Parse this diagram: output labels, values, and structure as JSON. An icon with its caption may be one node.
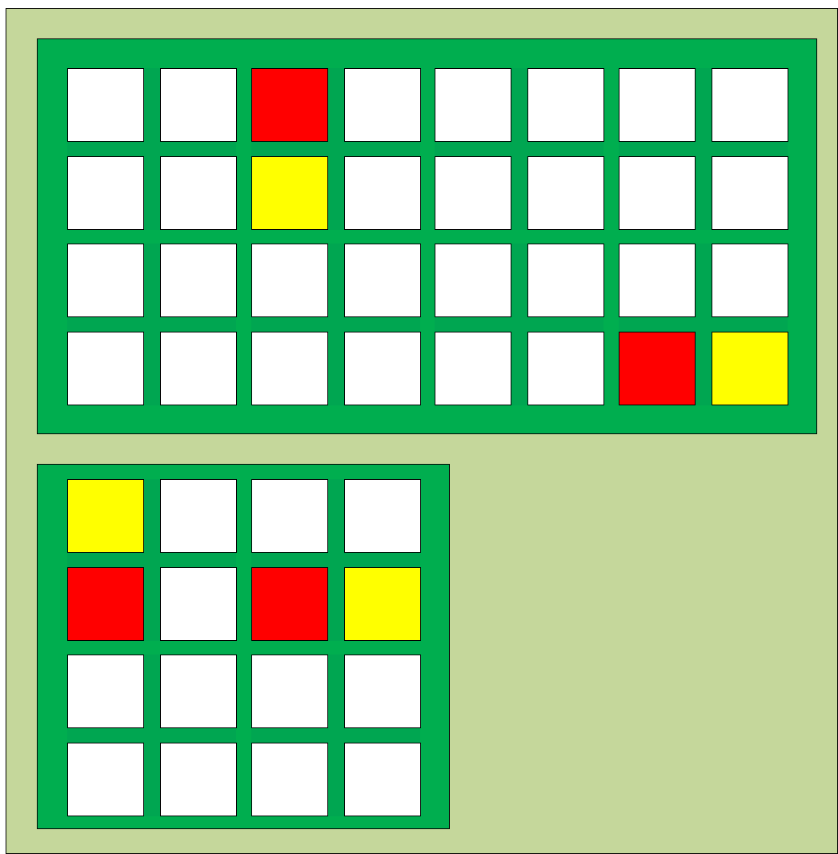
{
  "diagram": {
    "nodes": [
      {
        "text": [],
        "shape": "box"
      },
      {
        "text": [],
        "shape": "box",
        "in": 0
      },
      {
        "text": [],
        "shape": "box",
        "in": 1
      },
      {
        "text": [],
        "shape": "box",
        "in": 2
      },
      {
        "text": [],
        "shape": "box",
        "in": 2
      },
      {
        "text": [],
        "shape": "box",
        "in": 2
      },
      {
        "text": [],
        "shape": "box",
        "in": 2
      },
      {
        "text": [],
        "shape": "box",
        "in": 1
      },
      {
        "text": [],
        "shape": "box",
        "in": 7
      },
      {
        "text": [],
        "shape": "box",
        "in": 7
      },
      {
        "text": [],
        "shape": "box",
        "in": 7
      },
      {
        "text": [],
        "shape": "box",
        "in": 7
      },
      {
        "text": [],
        "shape": "box",
        "in": 1
      },
      {
        "text": [],
        "shape": "box",
        "in": 12
      },
      {
        "text": [],
        "shape": "box",
        "in": 12
      },
      {
        "text": [],
        "shape": "box",
        "in": 12
      },
      {
        "text": [],
        "shape": "box",
        "in": 12
      },
      {
        "text": [],
        "shape": "box",
        "in": 1
      },
      {
        "text": [],
        "shape": "box",
        "in": 17
      },
      {
        "text": [],
        "shape": "box",
        "in": 17
      },
      {
        "text": [],
        "shape": "box",
        "in": 17
      },
      {
        "text": [],
        "shape": "box",
        "in": 17
      },
      {
        "text": [],
        "shape": "box",
        "in": 1
      },
      {
        "text": [],
        "shape": "box",
        "in": 22
      },
      {
        "text": [],
        "shape": "box",
        "in": 22
      },
      {
        "text": [],
        "shape": "box",
        "in": 22
      },
      {
        "text": [],
        "shape": "box",
        "in": 22
      },
      {
        "text": [],
        "shape": "box",
        "in": 1
      },
      {
        "text": [],
        "shape": "box",
        "in": 27
      },
      {
        "text": [],
        "shape": "box",
        "in": 27
      },
      {
        "text": [],
        "shape": "box",
        "in": 27
      },
      {
        "text": [],
        "shape": "box",
        "in": 27
      },
      {
        "text": [],
        "shape": "box",
        "in": 1
      },
      {
        "text": [],
        "shape": "box",
        "in": 32
      },
      {
        "text": [],
        "shape": "box",
        "in": 32
      },
      {
        "text": [],
        "shape": "box",
        "in": 32
      },
      {
        "text": [],
        "shape": "box",
        "in": 32
      },
      {
        "text": [],
        "shape": "box",
        "in": 1
      },
      {
        "text": [],
        "shape": "box",
        "in": 37
      },
      {
        "text": [],
        "shape": "box",
        "in": 37
      },
      {
        "text": [],
        "shape": "box",
        "in": 37
      },
      {
        "text": [],
        "shape": "box",
        "in": 37
      },
      {
        "text": [],
        "shape": "box",
        "in": 0
      },
      {
        "text": [],
        "shape": "box",
        "in": 42
      },
      {
        "text": [],
        "shape": "box",
        "in": 43
      },
      {
        "text": [],
        "shape": "box",
        "in": 43
      },
      {
        "text": [],
        "shape": "box",
        "in": 43
      },
      {
        "text": [],
        "shape": "box",
        "in": 43
      },
      {
        "text": [],
        "shape": "box",
        "in": 42
      },
      {
        "text": [],
        "shape": "box",
        "in": 48
      },
      {
        "text": [],
        "shape": "box",
        "in": 48
      },
      {
        "text": [],
        "shape": "box",
        "in": 48
      },
      {
        "text": [],
        "shape": "box",
        "in": 48
      },
      {
        "text": [],
        "shape": "box",
        "in": 42
      },
      {
        "text": [],
        "shape": "box",
        "in": 53
      },
      {
        "text": [],
        "shape": "box",
        "in": 53
      },
      {
        "text": [],
        "shape": "box",
        "in": 53
      },
      {
        "text": [],
        "shape": "box",
        "in": 53
      },
      {
        "text": [],
        "shape": "box",
        "in": 42
      },
      {
        "text": [],
        "shape": "box",
        "in": 58
      },
      {
        "text": [],
        "shape": "box",
        "in": 58
      },
      {
        "text": [],
        "shape": "box",
        "in": 58
      },
      {
        "text": [],
        "shape": "box",
        "in": 58
      }
    ]
  }
}
